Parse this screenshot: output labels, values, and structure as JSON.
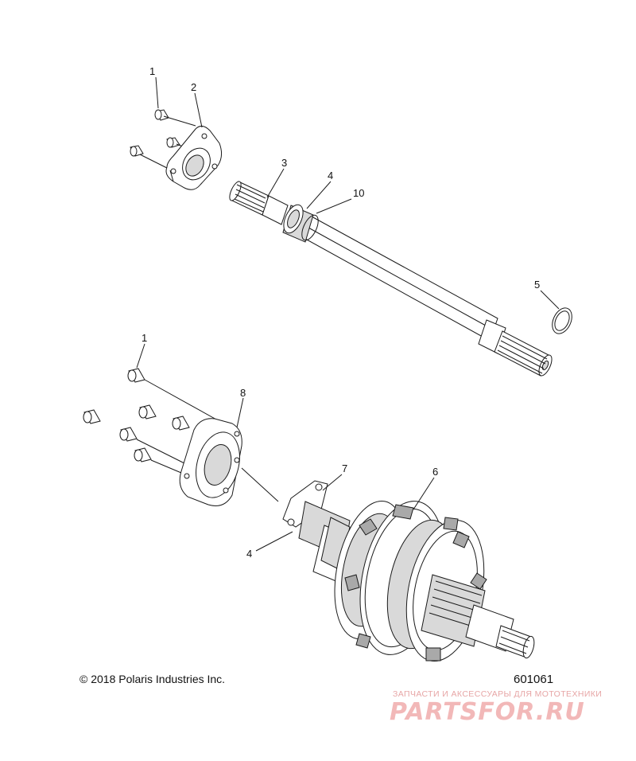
{
  "callouts": [
    {
      "id": "c1a",
      "label": "1"
    },
    {
      "id": "c2",
      "label": "2"
    },
    {
      "id": "c3",
      "label": "3"
    },
    {
      "id": "c4a",
      "label": "4"
    },
    {
      "id": "c10",
      "label": "10"
    },
    {
      "id": "c5",
      "label": "5"
    },
    {
      "id": "c1b",
      "label": "1"
    },
    {
      "id": "c8",
      "label": "8"
    },
    {
      "id": "c7",
      "label": "7"
    },
    {
      "id": "c6",
      "label": "6"
    },
    {
      "id": "c4b",
      "label": "4"
    }
  ],
  "footer": {
    "copyright": "© 2018 Polaris Industries Inc.",
    "figure_number": "601061"
  },
  "watermark": {
    "tagline": "ЗАПЧАСТИ И АКСЕССУАРЫ ДЛЯ МОТОТЕХНИКИ",
    "logo": "PARTSFOR.RU",
    "color": "#f2b8b8"
  }
}
